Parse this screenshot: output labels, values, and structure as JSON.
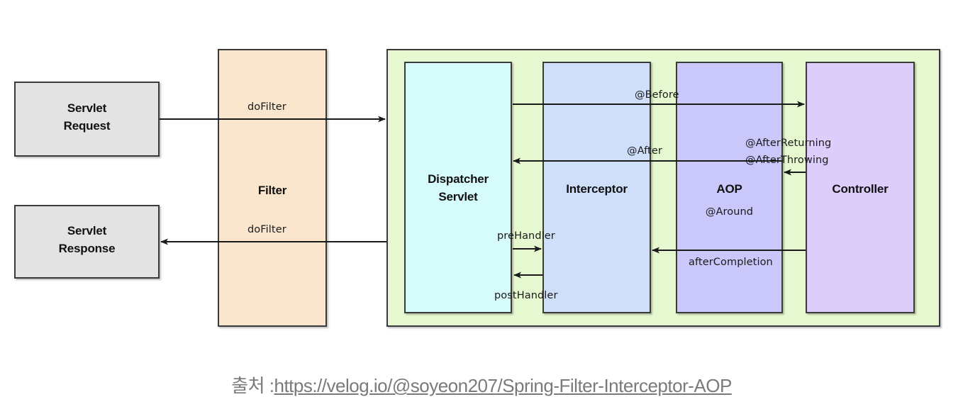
{
  "diagram": {
    "title": "Spring Filter Interceptor AOP request flow",
    "colors": {
      "servlet_box": "#e3e3e3",
      "filter_box": "#fae6cd",
      "green_container": "#e6f8d0",
      "dispatcher_box": "#d5fbfb",
      "interceptor_box": "#cfdffa",
      "aop_box": "#cac8fa",
      "controller_box": "#ddcdfa",
      "border": "#3a3a3a",
      "arrow": "#1a1a1a",
      "caption_text": "#7a7a7a"
    },
    "boxes": [
      {
        "id": "servlet-request",
        "label": "Servlet\nRequest",
        "line1": "Servlet",
        "line2": "Request"
      },
      {
        "id": "servlet-response",
        "label": "Servlet\nResponse",
        "line1": "Servlet",
        "line2": "Response"
      },
      {
        "id": "filter",
        "label": "Filter"
      },
      {
        "id": "dispatcher-servlet",
        "label": "Dispatcher\nServlet",
        "line1": "Dispatcher",
        "line2": "Servlet"
      },
      {
        "id": "interceptor",
        "label": "Interceptor"
      },
      {
        "id": "aop",
        "label": "AOP",
        "sublabel": "@Around"
      },
      {
        "id": "controller",
        "label": "Controller"
      }
    ],
    "arrow_labels": {
      "do_filter_request": "doFilter",
      "do_filter_response": "doFilter",
      "before": "@Before",
      "after": "@After",
      "after_returning": "@AfterReturning",
      "after_throwing": "@AfterThrowing",
      "around": "@Around",
      "pre_handler": "preHandler",
      "post_handler": "postHandler",
      "after_completion": "afterCompletion"
    }
  },
  "caption": {
    "prefix": "출처 :",
    "url": "https://velog.io/@soyeon207/Spring-Filter-Interceptor-AOP"
  }
}
